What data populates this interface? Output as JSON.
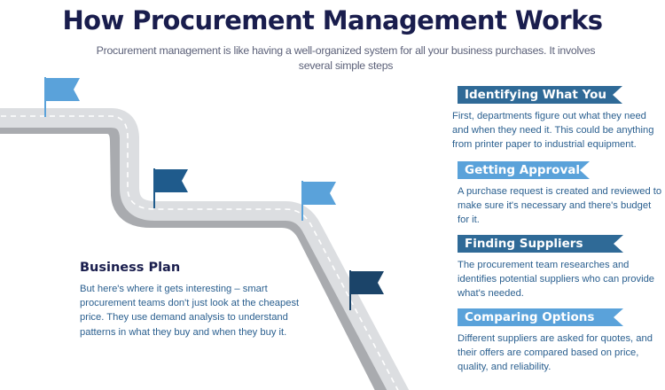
{
  "header": {
    "title": "How Procurement Management Works",
    "subtitle": "Procurement management is like having a well-organized system for all your business purchases. It involves several simple steps"
  },
  "business_plan": {
    "title": "Business Plan",
    "text": "But here's where it gets interesting – smart procurement teams don't just look at the cheapest price. They use demand analysis to understand patterns in what they buy and when they buy it."
  },
  "steps": [
    {
      "title": "Identifying What You Need",
      "text": "First, departments figure out what they need and when they need it. This could be anything from printer paper to industrial equipment.",
      "color": "#2f6a97"
    },
    {
      "title": "Getting Approval",
      "text": "A purchase request is created and reviewed to make sure it's necessary and there's budget for it.",
      "color": "#5aa2da"
    },
    {
      "title": "Finding Suppliers",
      "text": "The procurement team researches and identifies potential suppliers who can provide what's needed.",
      "color": "#2f6a97"
    },
    {
      "title": "Comparing Options",
      "text": "Different suppliers are asked for quotes, and their offers are compared based on price, quality, and reliability.",
      "color": "#5aa2da"
    }
  ],
  "road": {
    "flags": [
      {
        "icon": "flag-icon",
        "color": "#5aa2da"
      },
      {
        "icon": "flag-icon",
        "color": "#1f5b8c"
      },
      {
        "icon": "flag-icon",
        "color": "#5aa2da"
      },
      {
        "icon": "flag-icon",
        "color": "#1b4469"
      }
    ],
    "surface_color": "#dcdee1",
    "shadow_color": "#a9abaf"
  },
  "colors": {
    "title": "#191d4d",
    "body_text": "#2a5f8f",
    "subtitle": "#5c6179"
  }
}
